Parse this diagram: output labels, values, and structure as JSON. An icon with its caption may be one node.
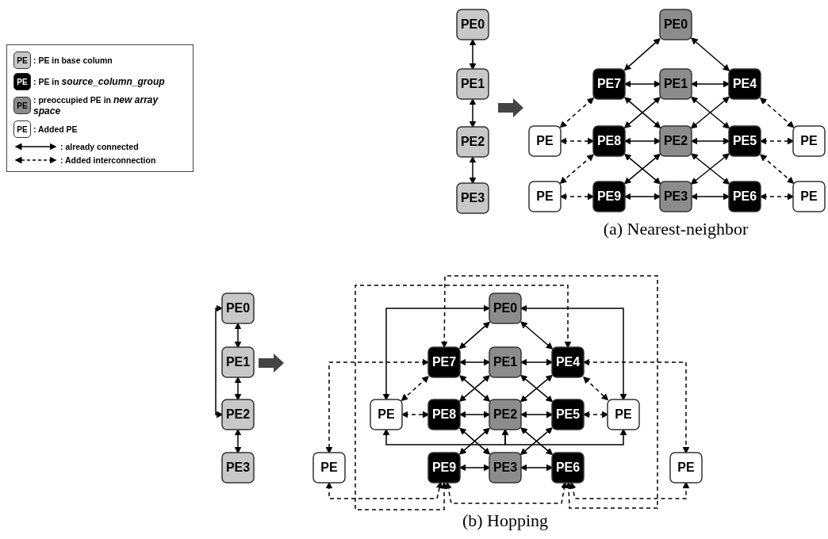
{
  "diagram": {
    "nodes": [
      {
        "text": [
          "PE0"
        ]
      },
      {
        "text": [
          "PE1"
        ]
      },
      {
        "text": [
          "PE2"
        ]
      },
      {
        "text": [
          "PE3"
        ]
      },
      {
        "text": [
          "PE0"
        ]
      },
      {
        "text": [
          "PE7"
        ]
      },
      {
        "text": [
          "PE1"
        ]
      },
      {
        "text": [
          "PE4"
        ]
      },
      {
        "text": [
          "PE"
        ]
      },
      {
        "text": [
          "PE8"
        ]
      },
      {
        "text": [
          "PE2"
        ]
      },
      {
        "text": [
          "PE5"
        ]
      },
      {
        "text": [
          "PE"
        ]
      },
      {
        "text": [
          "PE"
        ]
      },
      {
        "text": [
          "PE9"
        ]
      },
      {
        "text": [
          "PE3"
        ]
      },
      {
        "text": [
          "PE6"
        ]
      },
      {
        "text": [
          "PE"
        ]
      },
      {
        "text": [
          "PE0"
        ]
      },
      {
        "text": [
          "PE1"
        ]
      },
      {
        "text": [
          "PE2"
        ]
      },
      {
        "text": [
          "PE3"
        ]
      },
      {
        "text": [
          "PE0"
        ]
      },
      {
        "text": [
          "PE7"
        ]
      },
      {
        "text": [
          "PE1"
        ]
      },
      {
        "text": [
          "PE4"
        ]
      },
      {
        "text": [
          "PE"
        ]
      },
      {
        "text": [
          "PE8"
        ]
      },
      {
        "text": [
          "PE2"
        ]
      },
      {
        "text": [
          "PE5"
        ]
      },
      {
        "text": [
          "PE"
        ]
      },
      {
        "text": [
          "PE"
        ]
      },
      {
        "text": [
          "PE9"
        ]
      },
      {
        "text": [
          "PE3"
        ]
      },
      {
        "text": [
          "PE6"
        ]
      },
      {
        "text": [
          "PE"
        ]
      }
    ],
    "edges": [
      {
        "from": 0,
        "to": 1,
        "arrow": "both"
      },
      {
        "from": 1,
        "to": 2,
        "arrow": "both"
      },
      {
        "from": 2,
        "to": 3,
        "arrow": "both"
      },
      {
        "from": 4,
        "to": 5,
        "arrow": "both"
      },
      {
        "from": 4,
        "to": 7,
        "arrow": "both"
      },
      {
        "from": 5,
        "to": 6,
        "arrow": "both"
      },
      {
        "from": 6,
        "to": 7,
        "arrow": "both"
      },
      {
        "from": 5,
        "to": 10,
        "arrow": "both"
      },
      {
        "from": 6,
        "to": 9,
        "arrow": "both"
      },
      {
        "from": 6,
        "to": 11,
        "arrow": "both"
      },
      {
        "from": 7,
        "to": 10,
        "arrow": "both"
      },
      {
        "from": 5,
        "to": 8,
        "arrow": "both",
        "style": "dashed"
      },
      {
        "from": 7,
        "to": 12,
        "arrow": "both",
        "style": "dashed"
      },
      {
        "from": 8,
        "to": 9,
        "arrow": "both",
        "style": "dashed"
      },
      {
        "from": 9,
        "to": 10,
        "arrow": "both"
      },
      {
        "from": 10,
        "to": 11,
        "arrow": "both"
      },
      {
        "from": 11,
        "to": 12,
        "arrow": "both",
        "style": "dashed"
      },
      {
        "from": 9,
        "to": 15,
        "arrow": "both"
      },
      {
        "from": 10,
        "to": 14,
        "arrow": "both"
      },
      {
        "from": 10,
        "to": 16,
        "arrow": "both"
      },
      {
        "from": 11,
        "to": 15,
        "arrow": "both"
      },
      {
        "from": 9,
        "to": 13,
        "arrow": "both",
        "style": "dashed"
      },
      {
        "from": 11,
        "to": 17,
        "arrow": "both",
        "style": "dashed"
      },
      {
        "from": 13,
        "to": 14,
        "arrow": "both",
        "style": "dashed"
      },
      {
        "from": 14,
        "to": 15,
        "arrow": "both"
      },
      {
        "from": 15,
        "to": 16,
        "arrow": "both"
      },
      {
        "from": 16,
        "to": 17,
        "arrow": "both",
        "style": "dashed"
      },
      {
        "from": 18,
        "to": 19,
        "arrow": "both"
      },
      {
        "from": 19,
        "to": 20,
        "arrow": "both"
      },
      {
        "from": 20,
        "to": 21,
        "arrow": "both"
      },
      {
        "from": 18,
        "to": 20,
        "arrow": "both"
      },
      {
        "from": 22,
        "to": 23,
        "arrow": "both"
      },
      {
        "from": 22,
        "to": 25,
        "arrow": "both"
      },
      {
        "from": 23,
        "to": 24,
        "arrow": "both"
      },
      {
        "from": 24,
        "to": 25,
        "arrow": "both"
      },
      {
        "from": 23,
        "to": 28,
        "arrow": "both"
      },
      {
        "from": 24,
        "to": 27,
        "arrow": "both"
      },
      {
        "from": 24,
        "to": 29,
        "arrow": "both"
      },
      {
        "from": 25,
        "to": 28,
        "arrow": "both"
      },
      {
        "from": 23,
        "to": 26,
        "arrow": "both",
        "style": "dashed"
      },
      {
        "from": 25,
        "to": 30,
        "arrow": "both",
        "style": "dashed"
      },
      {
        "from": 26,
        "to": 27,
        "arrow": "both",
        "style": "dashed"
      },
      {
        "from": 27,
        "to": 28,
        "arrow": "both"
      },
      {
        "from": 28,
        "to": 29,
        "arrow": "both"
      },
      {
        "from": 29,
        "to": 30,
        "arrow": "both",
        "style": "dashed"
      },
      {
        "from": 27,
        "to": 33,
        "arrow": "both"
      },
      {
        "from": 28,
        "to": 32,
        "arrow": "both"
      },
      {
        "from": 28,
        "to": 34,
        "arrow": "both"
      },
      {
        "from": 29,
        "to": 33,
        "arrow": "both"
      },
      {
        "from": 32,
        "to": 33,
        "arrow": "both"
      },
      {
        "from": 33,
        "to": 34,
        "arrow": "both"
      },
      {
        "from": 22,
        "to": 26,
        "arrow": "both"
      },
      {
        "from": 22,
        "to": 30,
        "arrow": "both"
      },
      {
        "from": 28,
        "to": 26,
        "arrow": "both"
      },
      {
        "from": 28,
        "to": 30,
        "arrow": "both"
      },
      {
        "from": 23,
        "to": 31,
        "arrow": "both",
        "style": "dashed"
      },
      {
        "from": 25,
        "to": 35,
        "arrow": "both",
        "style": "dashed"
      },
      {
        "from": 23,
        "to": 34,
        "arrow": "both",
        "style": "dashed"
      },
      {
        "from": 32,
        "to": 25,
        "arrow": "both",
        "style": "dashed"
      },
      {
        "from": 31,
        "to": 32,
        "arrow": "both",
        "style": "dashed"
      },
      {
        "from": 32,
        "to": 34,
        "arrow": "both",
        "style": "dashed"
      },
      {
        "from": 34,
        "to": 35,
        "arrow": "both",
        "style": "dashed"
      },
      {
        "from": 1,
        "to": 8,
        "arrow": "to",
        "style": "thick",
        "color": "#444444"
      },
      {
        "from": 19,
        "to": null,
        "arrow": "to",
        "style": "thick",
        "color": "#444444"
      }
    ],
    "labels": [
      "PE",
      "PE",
      "PE",
      "PE",
      "(a) Nearest-neighbor",
      "(b) Hopping"
    ],
    "legend": [
      {
        "text": ": PE in base column",
        "color": "#c8c8c8"
      },
      {
        "text": ": PE in *source_column_group*",
        "color": "#000000"
      },
      {
        "text": ": preoccupied PE in *new array space*",
        "color": "#8c8c8c"
      },
      {
        "text": ": Added PE",
        "color": "#ffffff"
      },
      {
        "text": ": already connected"
      },
      {
        "text": ": Added interconnection"
      }
    ]
  }
}
